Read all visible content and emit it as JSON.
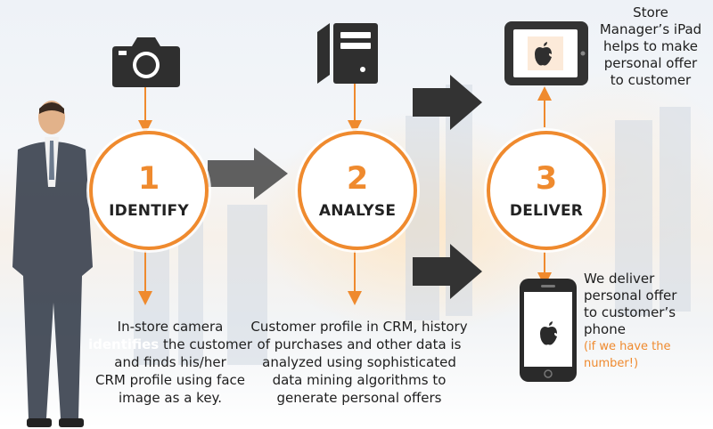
{
  "steps": [
    {
      "number": "1",
      "title": "IDENTIFY"
    },
    {
      "number": "2",
      "title": "ANALYSE"
    },
    {
      "number": "3",
      "title": "DELIVER"
    }
  ],
  "descriptions": {
    "identify": {
      "line1": "In-store camera",
      "highlight": "identifies",
      "line2_rest": " the customer",
      "line3": "and finds his/her",
      "line4": "CRM profile using face",
      "line5": "image as a key."
    },
    "analyse": {
      "line1": "Customer profile in CRM, history",
      "line2": "of purchases and other data is",
      "line3": "analyzed using sophisticated",
      "line4": "data mining algorithms to",
      "line5": "generate personal offers"
    }
  },
  "ipad_text": [
    "Store",
    "Manager’s iPad",
    "helps to make",
    "personal offer",
    "to customer"
  ],
  "phone_text": [
    "We deliver",
    "personal offer",
    "to customer’s",
    "phone"
  ],
  "phone_note": [
    "(if we have  the",
    "number!)"
  ],
  "colors": {
    "accent": "#ef8a2e",
    "arrow_dark": "#3a3a3a",
    "icon_dark": "#2f2f2f"
  },
  "icons": [
    "camera-icon",
    "server-icon",
    "ipad-icon",
    "smartphone-icon"
  ]
}
